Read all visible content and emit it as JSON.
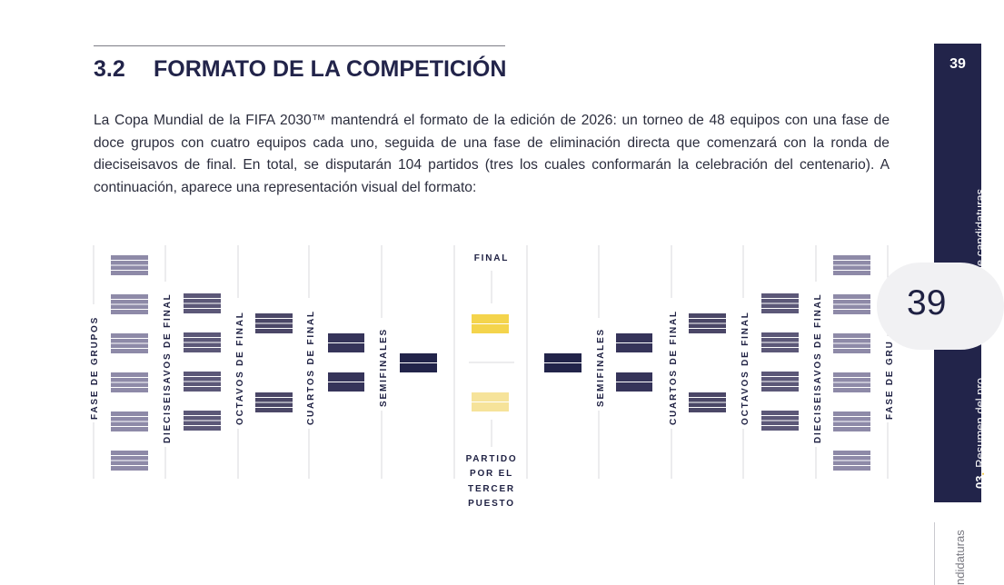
{
  "section": {
    "number": "3.2",
    "title": "FORMATO DE LA COMPETICIÓN"
  },
  "intro": "La Copa Mundial de la FIFA 2030™ mantendrá el formato de la edición de 2026: un torneo de 48 equipos con una fase de doce grupos con cuatro equipos cada uno, seguida de una fase de eliminación directa que comenzará con la ronda de dieciseisavos de final. En total, se disputarán 104 partidos (tres los cuales conformarán la celebración del centenario). A continuación, aparece una representación visual del formato:",
  "bracket": {
    "left": {
      "groups": "FASE DE GRUPOS",
      "round32": "DIECISEISAVOS DE FINAL",
      "round16": "OCTAVOS DE FINAL",
      "quarters": "CUARTOS DE FINAL",
      "semis": "SEMIFINALES"
    },
    "right": {
      "semis": "SEMIFINALES",
      "quarters": "CUARTOS DE FINAL",
      "round16": "OCTAVOS DE FINAL",
      "round32": "DIECISEISAVOS DE FINAL",
      "groups": "FASE DE GRU"
    },
    "final": "FINAL",
    "third_place": [
      "PARTIDO",
      "POR EL",
      "TERCER",
      "PUESTO"
    ],
    "colors": {
      "groups": "#8e8aa8",
      "round32": "#5c5878",
      "round16": "#4b4767",
      "quarters": "#36345a",
      "semis": "#22244a",
      "final": "#f4d44c",
      "third": "#f6e39a",
      "guide": "#d8d8de"
    }
  },
  "sidebar": {
    "page": "39",
    "chapter": "03",
    "text": "Resumen del pro",
    "text_tail": "ntación de candidaturas"
  },
  "page_pill": "39",
  "footer_text": "ndidaturas"
}
